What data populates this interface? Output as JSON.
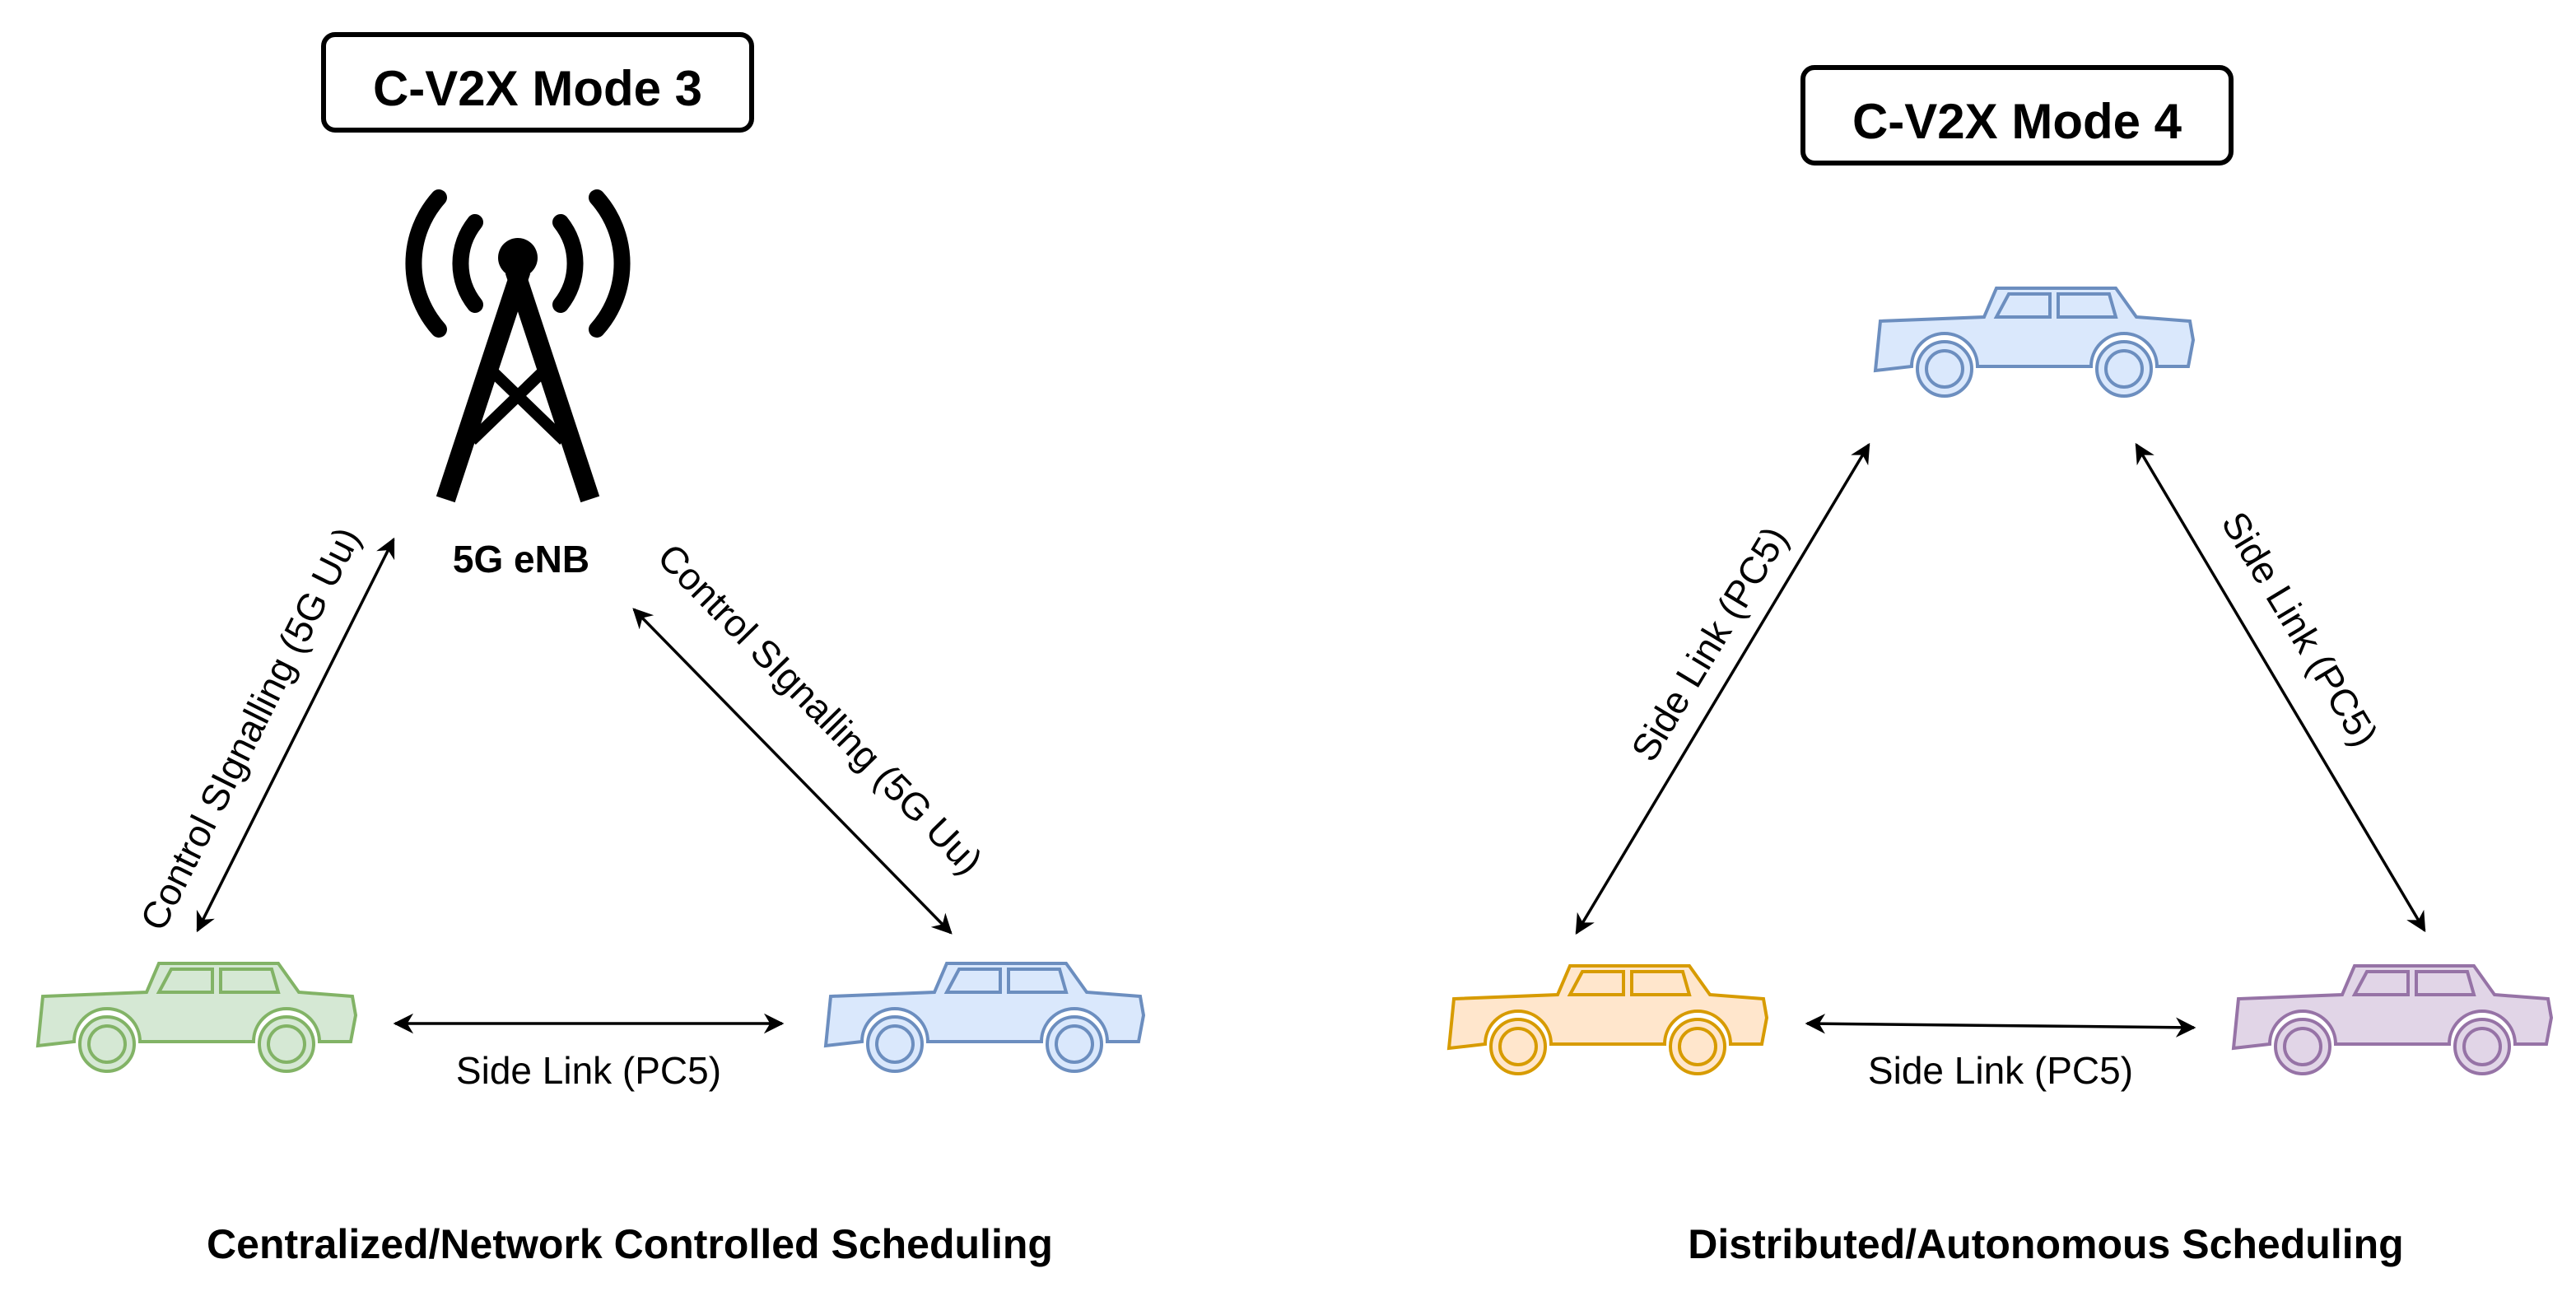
{
  "mode3": {
    "title": "C-V2X Mode 3",
    "tower_label": "5G eNB",
    "uplink_label_left": "Control SIgnalling (5G Uu)",
    "uplink_label_right": "Control SIgnalling (5G Uu)",
    "sidelink_label": "Side Link (PC5)",
    "caption": "Centralized/Network Controlled Scheduling"
  },
  "mode4": {
    "title": "C-V2X Mode 4",
    "sidelink_left_label": "Side Link (PC5)",
    "sidelink_right_label": "Side Link (PC5)",
    "sidelink_bottom_label": "Side Link (PC5)",
    "caption": "Distributed/Autonomous Scheduling"
  },
  "colors": {
    "car_green_fill": "#d5e8d4",
    "car_green_stroke": "#82b366",
    "car_blue_fill": "#dae8fc",
    "car_blue_stroke": "#6c8ebf",
    "car_orange_fill": "#ffe6cc",
    "car_orange_stroke": "#d79b00",
    "car_purple_fill": "#e1d5e7",
    "car_purple_stroke": "#9673a6"
  },
  "icons": {
    "tower": "cell-tower-icon",
    "car": "car-icon"
  }
}
